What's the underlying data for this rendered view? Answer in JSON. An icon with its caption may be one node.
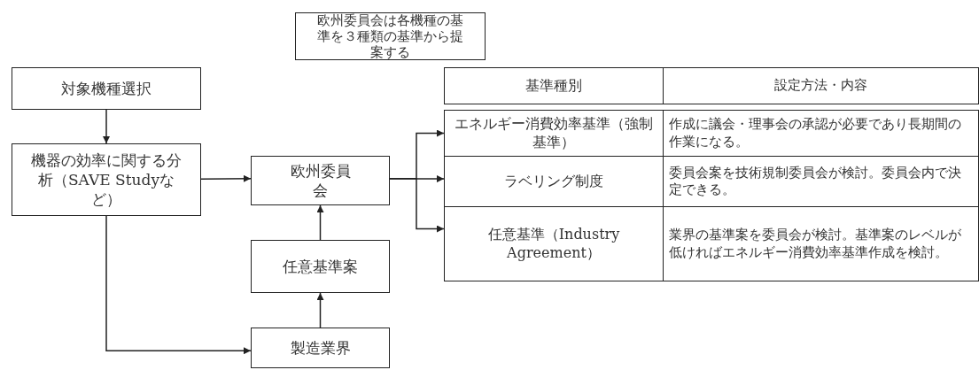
{
  "diagram": {
    "nodes": [
      {
        "text": [
          "欧州委員会は各機種の基準を３種類の基準から提案する"
        ]
      },
      {
        "text": [
          "対象機種選択"
        ]
      },
      {
        "text": [
          "機器の効率に関する分析（SAVE Studyなど）"
        ]
      },
      {
        "text": [
          "欧州委員会"
        ]
      },
      {
        "text": [
          "任意基準案"
        ]
      },
      {
        "text": [
          "製造業界"
        ]
      },
      {
        "text": [
          "基準種別",
          "設定方法・内容"
        ]
      },
      {
        "text": [
          "エネルギー消費効率基準（強制基準）",
          "作成に議会・理事会の承認が必要であり長期間の作業になる。"
        ]
      },
      {
        "text": [
          "ラベリング制度",
          "委員会案を技術規制委員会が検討。委員会内で決定できる。"
        ]
      },
      {
        "text": [
          "任意基準（Industry Agreement）",
          "業界の基準案を委員会が検討。基準案のレベルが低ければエネルギー消費効率基準作成を検討。"
        ]
      }
    ],
    "edges": [
      {
        "from": 1,
        "to": 2,
        "arrow": "to"
      },
      {
        "from": 2,
        "to": 3,
        "arrow": "to"
      },
      {
        "from": 3,
        "to": 7,
        "arrow": "to"
      },
      {
        "from": 3,
        "to": 8,
        "arrow": "to"
      },
      {
        "from": 3,
        "to": 9,
        "arrow": "to"
      },
      {
        "from": 4,
        "to": 3,
        "arrow": "to"
      },
      {
        "from": 5,
        "to": 4,
        "arrow": "to"
      },
      {
        "from": 2,
        "to": 5,
        "arrow": "to"
      }
    ]
  }
}
